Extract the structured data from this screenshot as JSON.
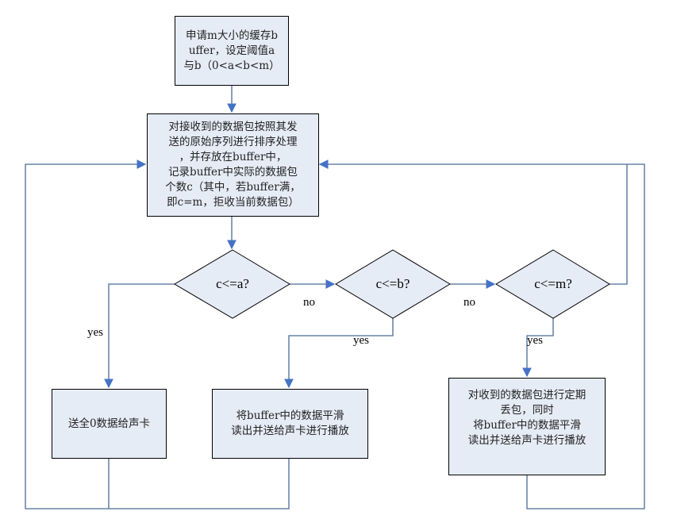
{
  "colors": {
    "box_fill": "#e6ecf6",
    "connector": "#4a6b94",
    "arrow": "#4472c4",
    "border": "#000000"
  },
  "nodes": {
    "init": {
      "text": "申请m大小的缓存b\nuffer，设定阈值a\n与b（0<a<b<m）"
    },
    "process": {
      "text": "对接收到的数据包按照其发\n送的原始序列进行排序处理\n，并存放在buffer中，\n记录buffer中实际的数据包\n个数c（其中，若buffer满，\n即c=m，拒收当前数据包）"
    },
    "decision_a": {
      "text": "c<=a?"
    },
    "decision_b": {
      "text": "c<=b?"
    },
    "decision_m": {
      "text": "c<=m?"
    },
    "action_zero": {
      "text": "送全0数据给声卡"
    },
    "action_smooth": {
      "text": "将buffer中的数据平滑\n读出并送给声卡进行播放"
    },
    "action_drop": {
      "text": "对收到的数据包进行定期\n丢包，同时\n将buffer中的数据平滑\n读出并送给声卡进行播放"
    }
  },
  "edges": {
    "a_yes": "yes",
    "a_no": "no",
    "b_yes": "yes",
    "b_no": "no",
    "m_yes": "yes"
  }
}
